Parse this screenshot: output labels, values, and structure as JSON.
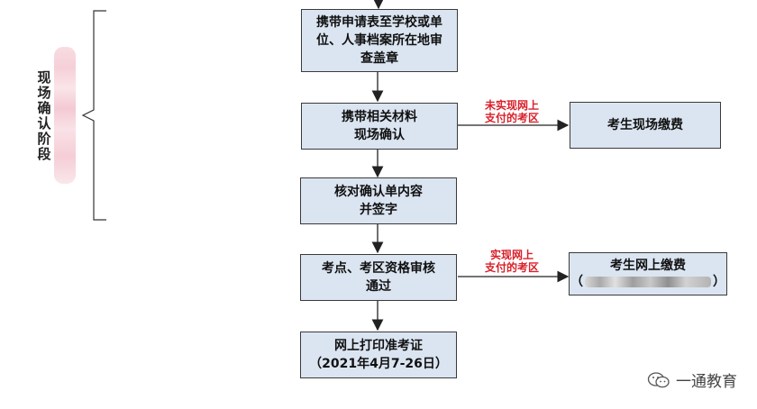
{
  "stage_label": "现场确认阶段",
  "steps": [
    "携带申请表至学校或单\n位、人事档案所在地审\n查盖章",
    "携带相关材料\n现场确认",
    "核对确认单内容\n并签字",
    "考点、考区资格审核\n通过",
    "网上打印准考证\n（2021年4月7-26日）"
  ],
  "branches": {
    "offline_condition": "未实现网上\n支付的考区",
    "offline_action": "考生现场缴费",
    "online_condition": "实现网上\n支付的考区",
    "online_action_title": "考生网上缴费",
    "online_action_paren_open": "（",
    "online_action_paren_close": "）"
  },
  "watermark": {
    "icon": "wechat-icon",
    "text": "一通教育"
  },
  "colors": {
    "box_fill": "#dbe5f1",
    "box_border": "#3a3a3a",
    "condition_text": "#d9202a"
  }
}
